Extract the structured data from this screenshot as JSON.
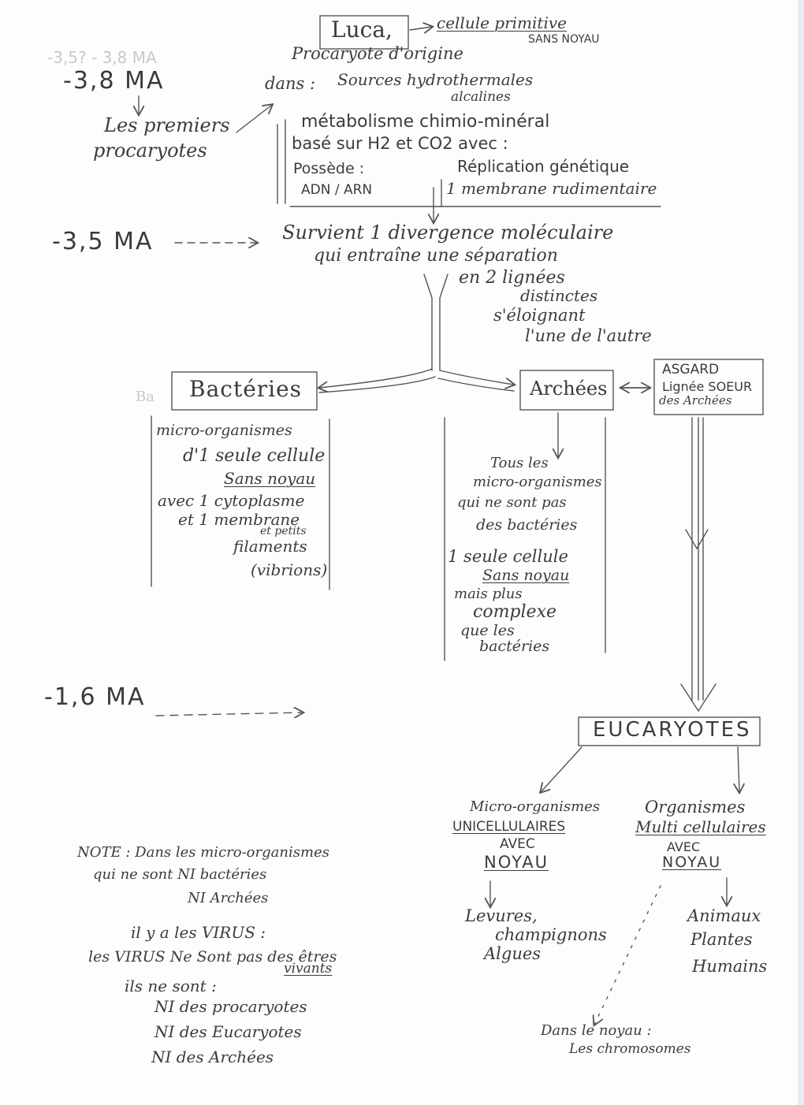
{
  "faint_marks": {
    "top_left": "-3,5? - 3,8 MA",
    "bacteries_ghost": "Ba"
  },
  "eras": {
    "ma38": "-3,8 MA",
    "ma35": "-3,5 MA",
    "ma16": "-1,6 MA"
  },
  "first_prokaryotes": {
    "line1": "Les premiers",
    "line2": "procaryotes"
  },
  "luca": {
    "box": "Luca,",
    "cell_line1": "cellule primitive",
    "cell_line2": "SANS NOYAU",
    "origin": "Procaryote d'origine",
    "dans": "dans :",
    "sources1": "Sources hydrothermales",
    "sources2": "alcalines",
    "meta1": "métabolisme chimio-minéral",
    "meta2": "basé sur H2 et CO2 avec :",
    "possede": "Possède :",
    "adn": "ADN / ARN",
    "replication": "Réplication génétique",
    "membrane": "1 membrane rudimentaire"
  },
  "divergence": {
    "line1": "Survient 1 divergence moléculaire",
    "line2": "qui entraîne une séparation",
    "line3": "en 2 lignées",
    "line4": "distinctes",
    "line5": "s'éloignant",
    "line6": "l'une de l'autre"
  },
  "bacteries": {
    "title": "Bactéries",
    "l1": "micro-organismes",
    "l2": "d'1 seule cellule",
    "l3": "Sans noyau",
    "l4": "avec 1 cytoplasme",
    "l5": "et 1 membrane",
    "l6": "et petits",
    "l7": "filaments",
    "l8": "(vibrions)"
  },
  "archees": {
    "title": "Archées",
    "l1": "Tous les",
    "l2": "micro-organismes",
    "l3": "qui ne sont pas",
    "l4": "des bactéries",
    "l5": "1 seule cellule",
    "l6": "Sans noyau",
    "l7": "mais plus",
    "l8": "complexe",
    "l9": "que les",
    "l10": "bactéries"
  },
  "asgard": {
    "l1": "ASGARD",
    "l2": "Lignée SOEUR",
    "l3": "des Archées"
  },
  "eucaryotes": {
    "title": "EUCARYOTES"
  },
  "unicellular": {
    "l1": "Micro-organismes",
    "l2": "UNICELLULAIRES",
    "l3": "AVEC",
    "l4": "NOYAU",
    "ex1": "Levures,",
    "ex2": "champignons",
    "ex3": "Algues"
  },
  "multicellular": {
    "l1": "Organismes",
    "l2": "Multi cellulaires",
    "l3": "AVEC",
    "l4": "NOYAU",
    "ex1": "Animaux",
    "ex2": "Plantes",
    "ex3": "Humains",
    "noyau1": "Dans le noyau :",
    "noyau2": "Les chromosomes"
  },
  "note": {
    "l1": "NOTE : Dans les micro-organismes",
    "l2": "qui ne sont NI bactéries",
    "l3": "NI Archées",
    "l4": "il y a les VIRUS :",
    "l5": "les VIRUS Ne Sont pas des êtres",
    "l5b": "vivants",
    "l6": "ils ne sont :",
    "l7": "NI des procaryotes",
    "l8": "NI des Eucaryotes",
    "l9": "NI des Archées"
  }
}
